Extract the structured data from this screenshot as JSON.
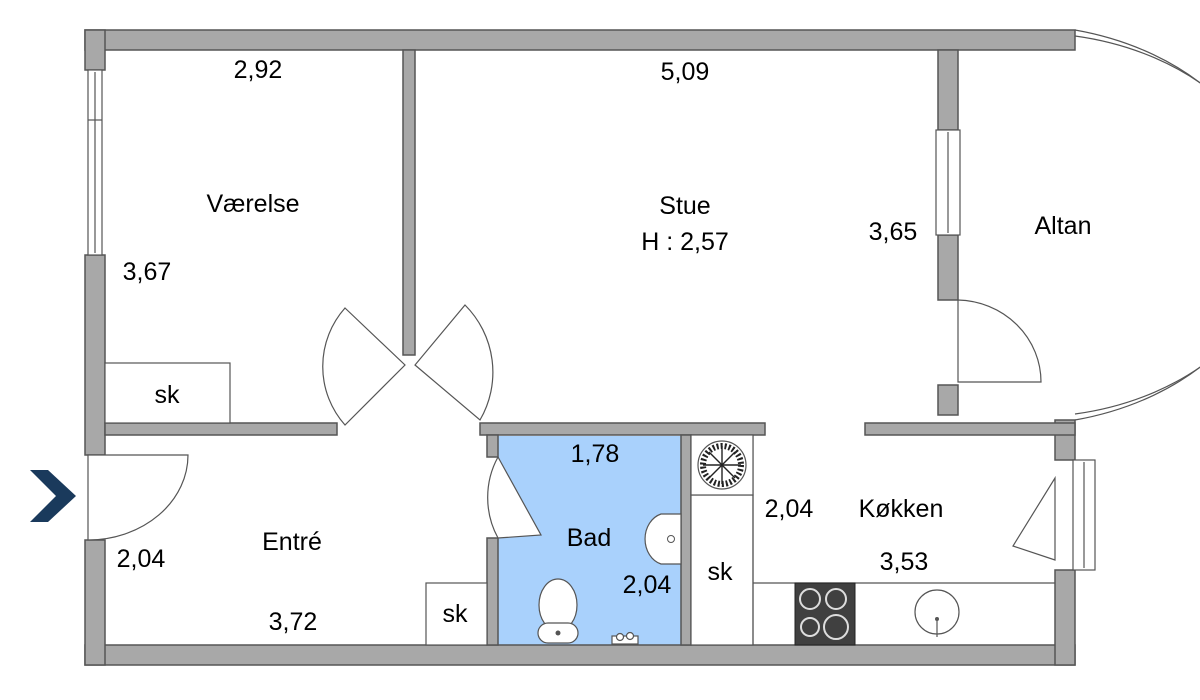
{
  "rooms": {
    "vaerelse": {
      "name": "Værelse",
      "width": "2,92",
      "depth": "3,67",
      "closet": "sk"
    },
    "stue": {
      "name": "Stue",
      "height": "H : 2,57",
      "width": "5,09",
      "depth": "3,65"
    },
    "altan": {
      "name": "Altan"
    },
    "entre": {
      "name": "Entré",
      "width": "3,72",
      "depth": "2,04",
      "closet": "sk"
    },
    "bad": {
      "name": "Bad",
      "width": "1,78",
      "depth": "2,04"
    },
    "koekken": {
      "name": "Køkken",
      "width": "3,53",
      "depth": "2,04",
      "closet": "sk"
    }
  },
  "colors": {
    "wall": "#a8a8a8",
    "bathroom_floor": "#a9d1fc",
    "entrance_arrow": "#1a3a5c",
    "stove_top": "#404040"
  },
  "icons": {
    "entrance": "entrance-arrow-icon",
    "ventilation": "ventilation-fan-icon",
    "stove": "stove-icon",
    "sink": "sink-icon",
    "toilet": "toilet-icon",
    "washbasin": "washbasin-icon"
  }
}
